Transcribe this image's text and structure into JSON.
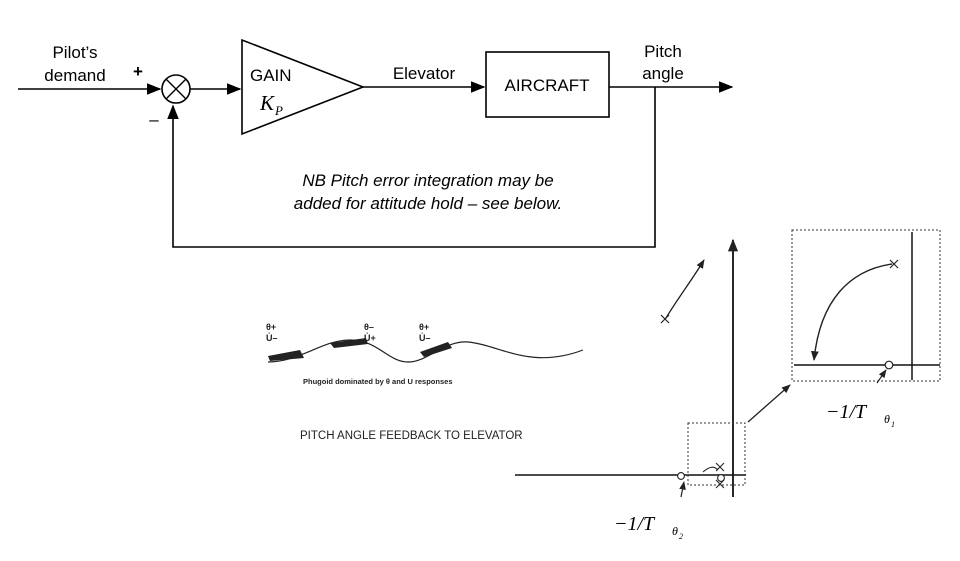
{
  "block_diagram": {
    "input_label_line1": "Pilot’s",
    "input_label_line2": "demand",
    "plus_sign": "+",
    "minus_sign": "–",
    "gain_label": "GAIN",
    "gain_symbol": "K",
    "gain_subscript": "P",
    "elevator_label": "Elevator",
    "aircraft_label": "AIRCRAFT",
    "output_label_line1": "Pitch",
    "output_label_line2": "angle",
    "note_line1": "NB Pitch error integration may be",
    "note_line2": "added for attitude hold – see below."
  },
  "phugoid_figure": {
    "markers": [
      {
        "top": "θ+",
        "bottom": "U̇–"
      },
      {
        "top": "θ–",
        "bottom": "U̇+"
      },
      {
        "top": "θ+",
        "bottom": "U̇–"
      }
    ],
    "caption": "Phugoid dominated by θ and U responses",
    "title": "PITCH ANGLE FEEDBACK TO ELEVATOR"
  },
  "root_locus": {
    "zero1_label": "−1/T",
    "zero1_subscript": "θ",
    "zero1_index": "1",
    "zero2_label": "−1/T",
    "zero2_subscript": "θ",
    "zero2_index": "2"
  }
}
